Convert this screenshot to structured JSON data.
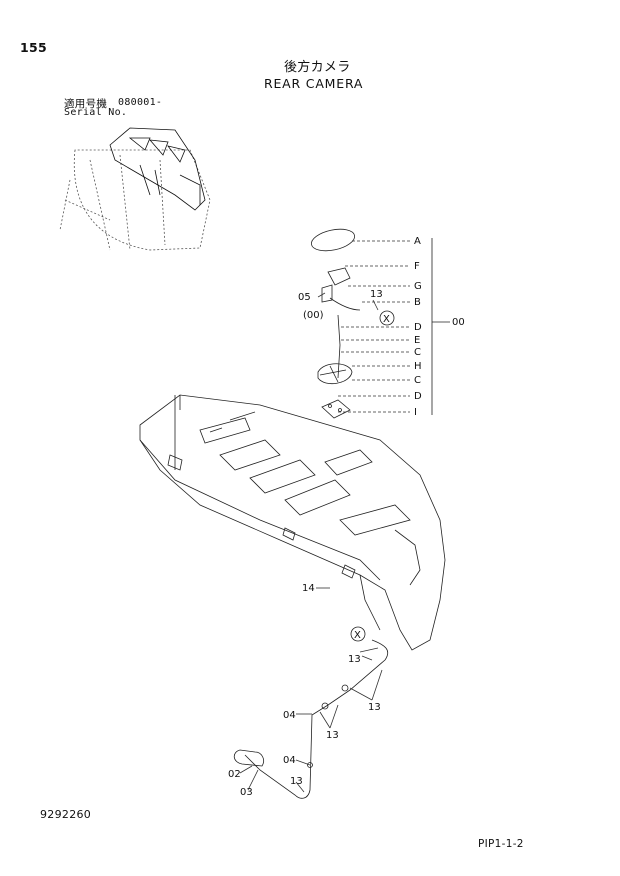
{
  "page": {
    "number": "155",
    "title_jp": "後方カメラ",
    "title_en": "REAR CAMERA",
    "serial_label_jp": "適用号機",
    "serial_value": "080001-",
    "serial_label_en": "Serial No.",
    "footer_code": "9292260",
    "footer_ref": "PIP1-1-2"
  },
  "callouts": {
    "letters": [
      "A",
      "F",
      "G",
      "B",
      "D",
      "E",
      "C",
      "H",
      "C",
      "D",
      "I"
    ],
    "group": "00",
    "part_05": "05",
    "part_00_paren": "(00)",
    "part_13": "13",
    "part_14": "14",
    "part_04": "04",
    "part_02": "02",
    "part_03": "03",
    "cross_mark": "X"
  }
}
